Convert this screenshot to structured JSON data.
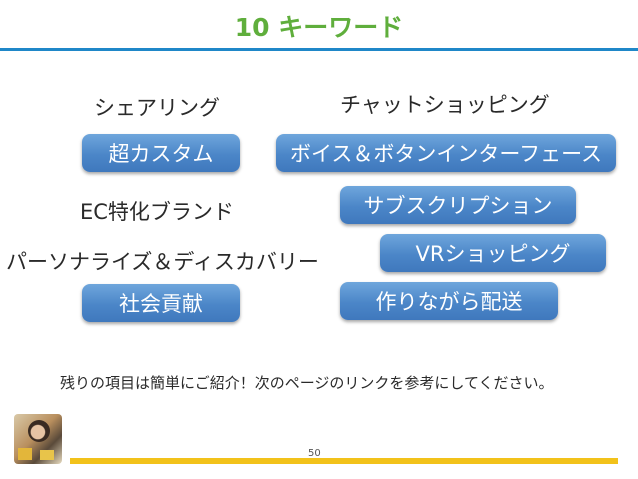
{
  "title": "10 キーワード",
  "keywords_plain": {
    "sharing": "シェアリング",
    "chat_shopping": "チャットショッピング",
    "ec_brand": "EC特化ブランド",
    "personalize": "パーソナライズ＆ディスカバリー"
  },
  "keywords_boxed": {
    "custom": "超カスタム",
    "voice": "ボイス＆ボタンインターフェース",
    "subscription": "サブスクリプション",
    "vr": "VRショッピング",
    "social": "社会貢献",
    "make_ship": "作りながら配送"
  },
  "note": "残りの項目は簡単にご紹介！次のページのリンクを参考にしてください。",
  "page_number": "50",
  "colors": {
    "title_green": "#5fae3c",
    "rule_blue": "#1f87c8",
    "pill_blue": "#4b86c8",
    "footer_yellow": "#f2c21a"
  }
}
